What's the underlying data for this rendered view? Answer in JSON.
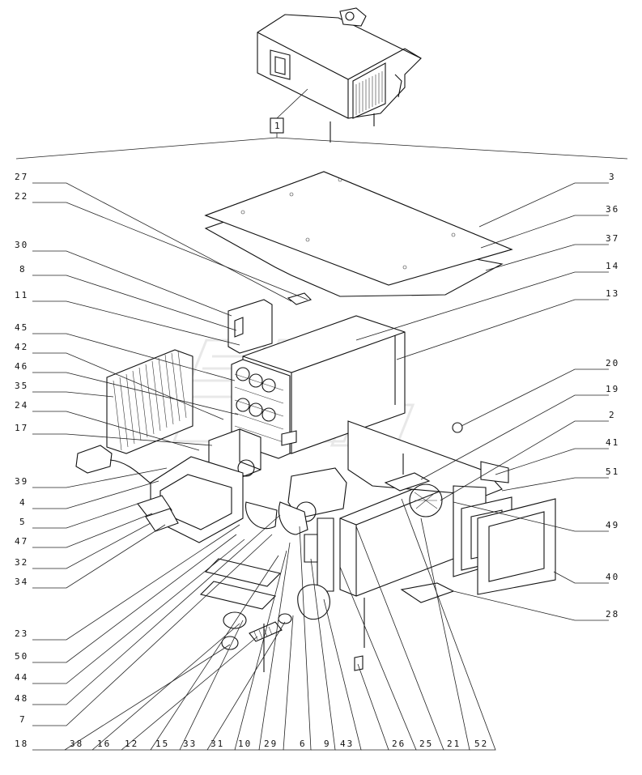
{
  "diagram": {
    "index_box_label": "1",
    "callouts_left": [
      "27",
      "22",
      "30",
      "8",
      "11",
      "45",
      "42",
      "46",
      "35",
      "24",
      "17",
      "39",
      "4",
      "5",
      "47",
      "32",
      "34"
    ],
    "callouts_right": [
      "3",
      "36",
      "37",
      "14",
      "13",
      "20",
      "19",
      "2",
      "41",
      "51",
      "49",
      "40",
      "28"
    ],
    "callouts_lower_left": [
      "23",
      "50",
      "44",
      "48",
      "7"
    ],
    "callouts_bottom": [
      "18",
      "38",
      "16",
      "12",
      "15",
      "33",
      "31",
      "10",
      "29",
      "6",
      "9",
      "43",
      "26",
      "25",
      "21",
      "52"
    ]
  }
}
